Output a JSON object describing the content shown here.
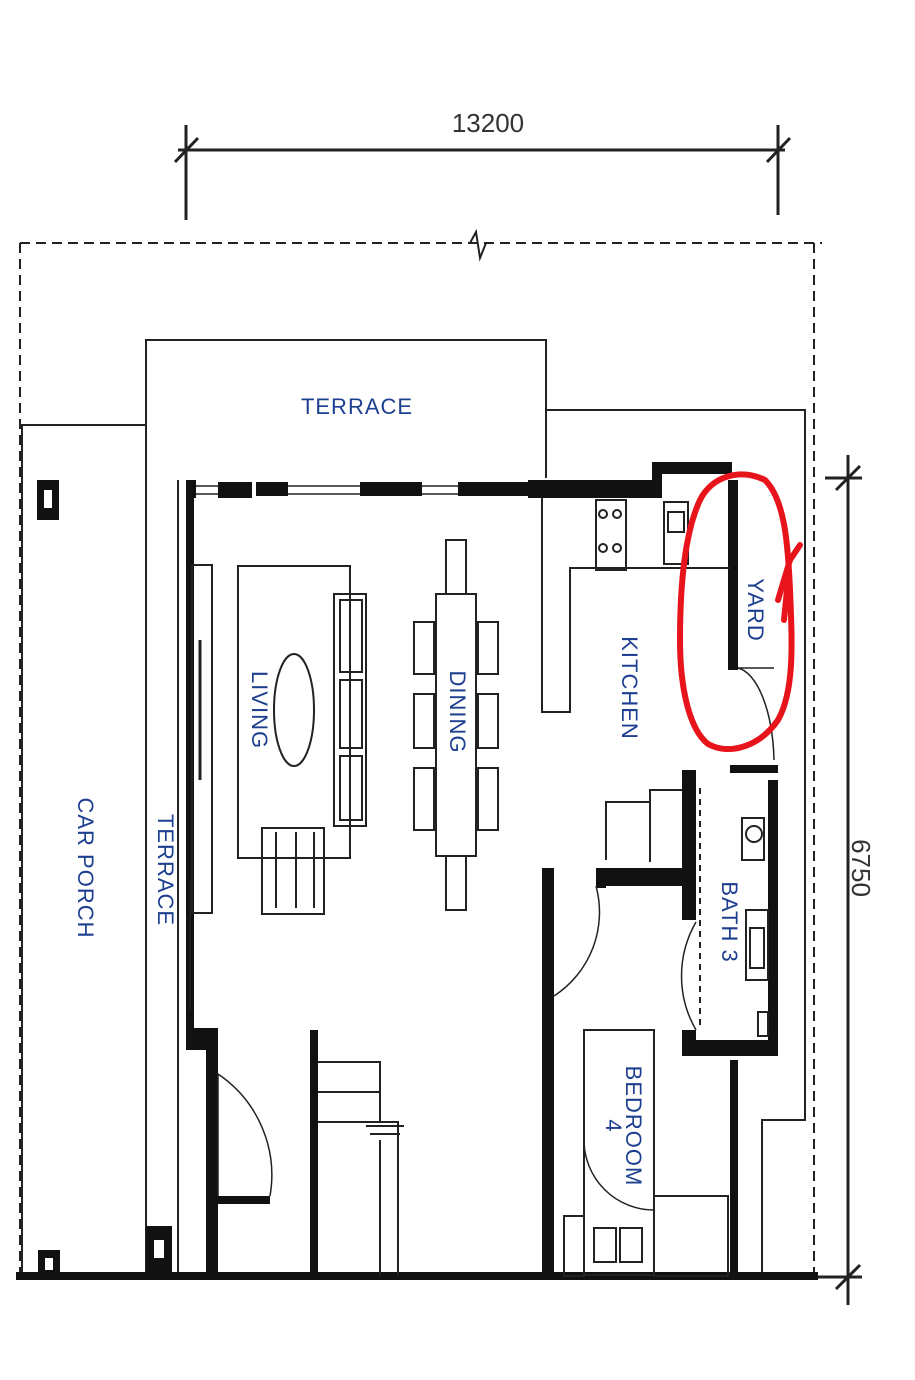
{
  "dimensions": {
    "width": "13200",
    "depth": "6750"
  },
  "rooms": {
    "terrace_top": "TERRACE",
    "terrace_left": "TERRACE",
    "car_porch": "CAR PORCH",
    "living": "LIVING",
    "dining": "DINING",
    "kitchen": "KITCHEN",
    "yard": "YARD",
    "bath": "BATH 3",
    "bedroom_line1": "BEDROOM",
    "bedroom_line2": "4"
  },
  "colors": {
    "wall": "#111111",
    "line": "#222222",
    "label": "#1d3f8f",
    "highlight": "#e8141b"
  }
}
